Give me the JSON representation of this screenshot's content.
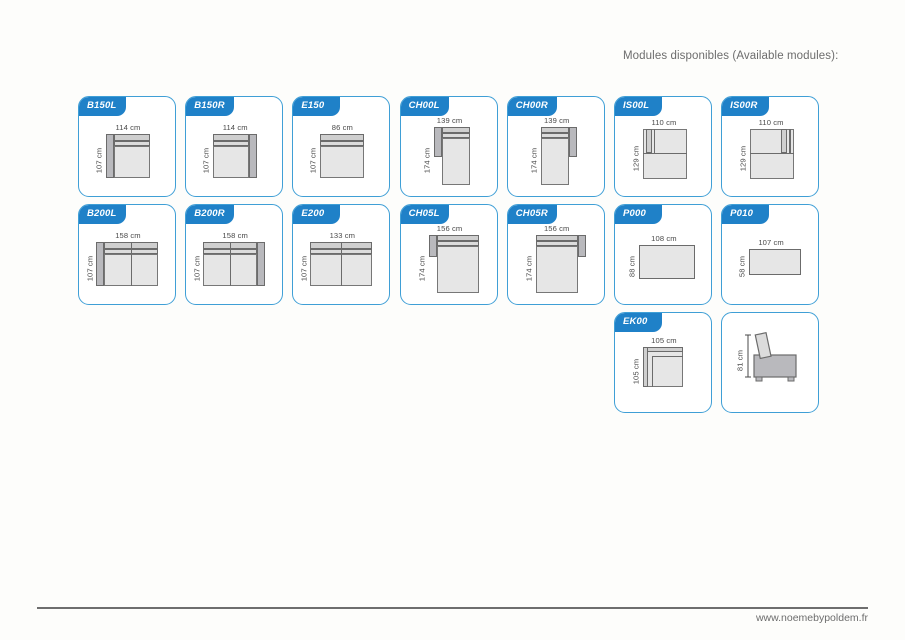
{
  "header": {
    "title": "Modules disponibles (Available modules):"
  },
  "footer": {
    "url": "www.noemebypoldem.fr"
  },
  "colors": {
    "tab_blue": "#1f81c8",
    "card_border_blue": "#3f9fd6",
    "text_gray": "#6d6d6d",
    "line_gray": "#6b6b6b",
    "arm_gray": "#b9b9bd",
    "seat_gray": "#e6e6e6",
    "back_gray": "#cfcfcf",
    "page_bg": "#fdfdfb"
  },
  "modules": [
    {
      "code": "B150L",
      "width": "114 cm",
      "depth": "107 cm",
      "type": "sofa",
      "hand": "left"
    },
    {
      "code": "B150R",
      "width": "114 cm",
      "depth": "107 cm",
      "type": "sofa",
      "hand": "right"
    },
    {
      "code": "E150",
      "width": "86 cm",
      "depth": "107 cm",
      "type": "sofa",
      "hand": "none"
    },
    {
      "code": "CH00L",
      "width": "139 cm",
      "depth": "174 cm",
      "type": "chaise",
      "hand": "left"
    },
    {
      "code": "CH00R",
      "width": "139 cm",
      "depth": "174 cm",
      "type": "chaise",
      "hand": "right"
    },
    {
      "code": "IS00L",
      "width": "110 cm",
      "depth": "129 cm",
      "type": "corner",
      "hand": "left"
    },
    {
      "code": "IS00R",
      "width": "110 cm",
      "depth": "129 cm",
      "type": "corner",
      "hand": "right"
    },
    {
      "code": "B200L",
      "width": "158 cm",
      "depth": "107 cm",
      "type": "sofa2",
      "hand": "left"
    },
    {
      "code": "B200R",
      "width": "158 cm",
      "depth": "107 cm",
      "type": "sofa2",
      "hand": "right"
    },
    {
      "code": "E200",
      "width": "133 cm",
      "depth": "107 cm",
      "type": "sofa2",
      "hand": "none"
    },
    {
      "code": "CH05L",
      "width": "156 cm",
      "depth": "174 cm",
      "type": "chaisewide",
      "hand": "left"
    },
    {
      "code": "CH05R",
      "width": "156 cm",
      "depth": "174 cm",
      "type": "chaisewide",
      "hand": "right"
    },
    {
      "code": "P000",
      "width": "108 cm",
      "depth": "88 cm",
      "type": "pouf",
      "hand": "none"
    },
    {
      "code": "P010",
      "width": "107 cm",
      "depth": "58 cm",
      "type": "pouf",
      "hand": "none"
    },
    {
      "code": "EK00",
      "width": "105 cm",
      "depth": "105 cm",
      "type": "ekcorner",
      "hand": "none"
    },
    {
      "code": "",
      "width": "",
      "depth": "81 cm",
      "type": "sideview",
      "hand": "none"
    }
  ],
  "layout": {
    "rows": [
      [
        "B150L",
        "B150R",
        "E150",
        "CH00L",
        "CH00R",
        "IS00L",
        "IS00R"
      ],
      [
        "B200L",
        "B200R",
        "E200",
        "CH05L",
        "CH05R",
        "P000",
        "P010"
      ],
      [
        "",
        "",
        "",
        "",
        "",
        "EK00",
        "SIDEVIEW"
      ]
    ]
  }
}
